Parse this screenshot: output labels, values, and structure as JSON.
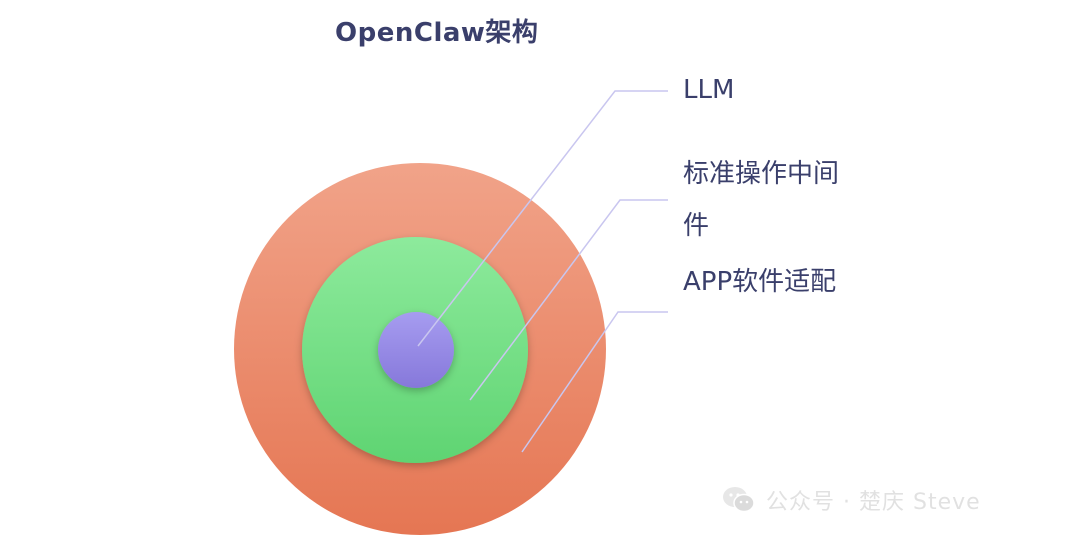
{
  "title": "OpenClaw架构",
  "layers": [
    {
      "label": "LLM",
      "color": "#9a8fe6"
    },
    {
      "label": "标准操作中间件",
      "color": "#7ee08e"
    },
    {
      "label": "APP软件适配",
      "color": "#ec8a6a"
    }
  ],
  "watermark": {
    "icon": "wechat-icon",
    "text": "公众号 · 楚庆 Steve"
  }
}
